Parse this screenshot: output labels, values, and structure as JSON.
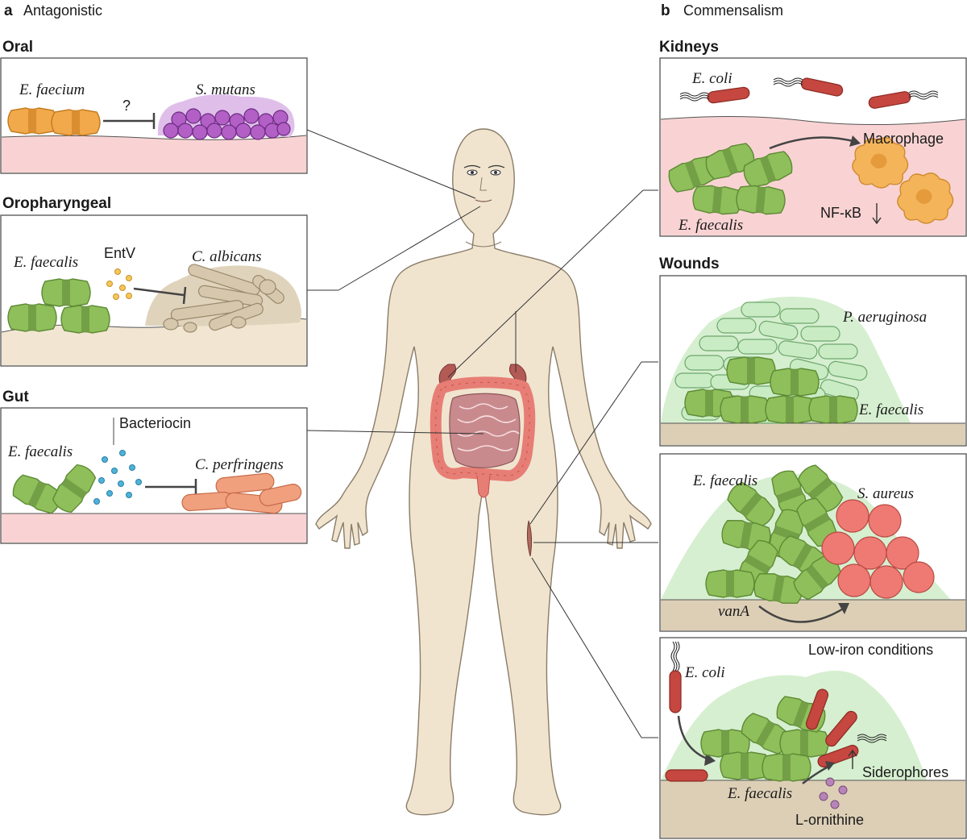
{
  "panels": {
    "a": {
      "letter": "a",
      "title": "Antagonistic"
    },
    "b": {
      "letter": "b",
      "title": "Commensalism"
    }
  },
  "oral": {
    "heading": "Oral",
    "species1": "E. faecium",
    "species2": "S. mutans",
    "mark": "?"
  },
  "oropharyngeal": {
    "heading": "Oropharyngeal",
    "species1": "E. faecalis",
    "molecule": "EntV",
    "species2": "C. albicans"
  },
  "gut": {
    "heading": "Gut",
    "species1": "E. faecalis",
    "molecule": "Bacteriocin",
    "species2": "C. perfringens"
  },
  "kidneys": {
    "heading": "Kidneys",
    "species1": "E. coli",
    "cell": "Macrophage",
    "species2": "E. faecalis",
    "signal": "NF-κB"
  },
  "wounds": {
    "heading": "Wounds",
    "box1": {
      "species1": "P. aeruginosa",
      "species2": "E. faecalis"
    },
    "box2": {
      "species1": "E. faecalis",
      "species2": "S. aureus",
      "gene": "vanA"
    },
    "box3": {
      "condition": "Low-iron conditions",
      "species1": "E. coli",
      "species2": "E. faecalis",
      "molecule1": "Siderophores",
      "molecule2": "L-ornithine"
    }
  },
  "colors": {
    "tissue_pink": "#f9d3d3",
    "tissue_beige": "#f2e6d2",
    "body_skin": "#f0e4cf",
    "faecalis_green": "#8fbf5a",
    "faecium_orange": "#f1a94b",
    "mutans_purple": "#b25fc6",
    "coli_red": "#c5473f",
    "perfringens_salmon": "#f1a07e",
    "aureus_red": "#ee7a73",
    "macrophage_orange": "#f4b55a",
    "pseudomonas_green": "#c9ecc4",
    "biofilm_green": "#d6efd0"
  }
}
